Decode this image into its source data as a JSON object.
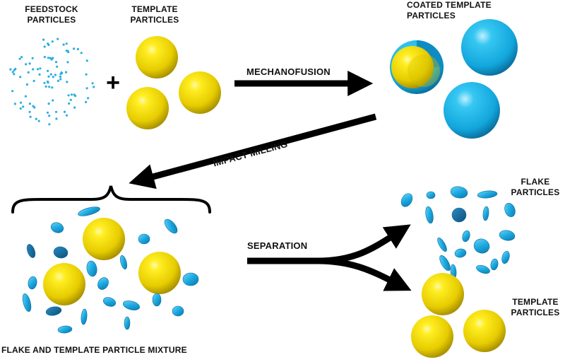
{
  "labels": {
    "feedstock_line1": "FEEDSTOCK",
    "feedstock_line2": "PARTICLES",
    "template_top_line1": "TEMPLATE",
    "template_top_line2": "PARTICLES",
    "coated_line1": "COATED TEMPLATE",
    "coated_line2": "PARTICLES",
    "mechanofusion": "MECHANOFUSION",
    "impact_milling": "IMPACT MILLING",
    "separation": "SEPARATION",
    "flake_line1": "FLAKE",
    "flake_line2": "PARTICLES",
    "template_bottom_line1": "TEMPLATE",
    "template_bottom_line2": "PARTICLES",
    "mixture": "FLAKE AND TEMPLATE PARTICLE MIXTURE",
    "plus": "+"
  },
  "colors": {
    "template_yellow": "#f2d600",
    "coating_blue": "#1cb8ea",
    "flake_light": "#22b2e6",
    "flake_dark": "#1476aa",
    "dot_blue": "#2aaee2",
    "arrow": "#000000"
  }
}
